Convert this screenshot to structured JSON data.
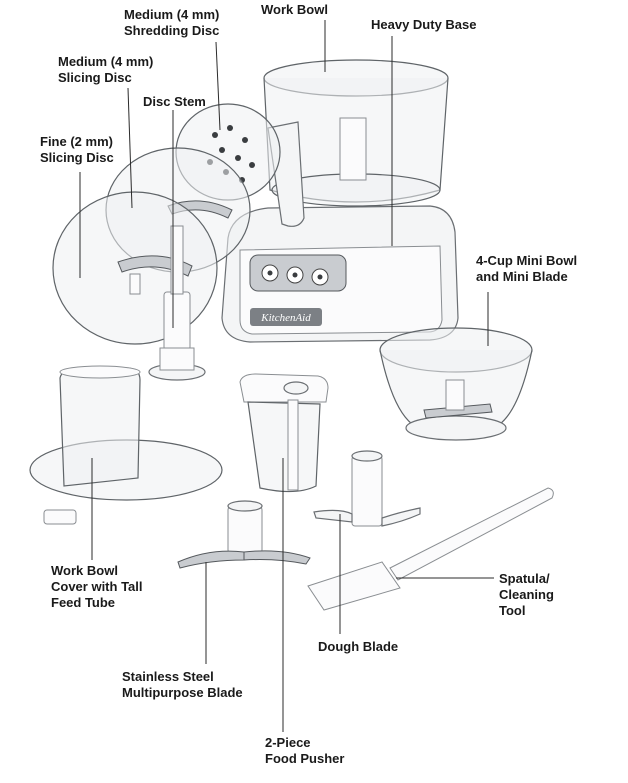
{
  "labels": {
    "shredding_disc": [
      "Medium (4 mm)",
      "Shredding Disc"
    ],
    "work_bowl": [
      "Work Bowl"
    ],
    "heavy_duty_base": [
      "Heavy Duty Base"
    ],
    "slicing_disc_medium": [
      "Medium (4 mm)",
      "Slicing Disc"
    ],
    "disc_stem": [
      "Disc Stem"
    ],
    "slicing_disc_fine": [
      "Fine (2 mm)",
      "Slicing Disc"
    ],
    "mini_bowl": [
      "4-Cup Mini Bowl",
      "and Mini Blade"
    ],
    "work_bowl_cover": [
      "Work Bowl",
      "Cover with Tall",
      "Feed Tube"
    ],
    "spatula": [
      "Spatula/",
      "Cleaning",
      "Tool"
    ],
    "dough_blade": [
      "Dough Blade"
    ],
    "multipurpose_blade": [
      "Stainless Steel",
      "Multipurpose Blade"
    ],
    "food_pusher": [
      "2-Piece",
      "Food Pusher"
    ]
  },
  "brand_badge": "KitchenAid"
}
